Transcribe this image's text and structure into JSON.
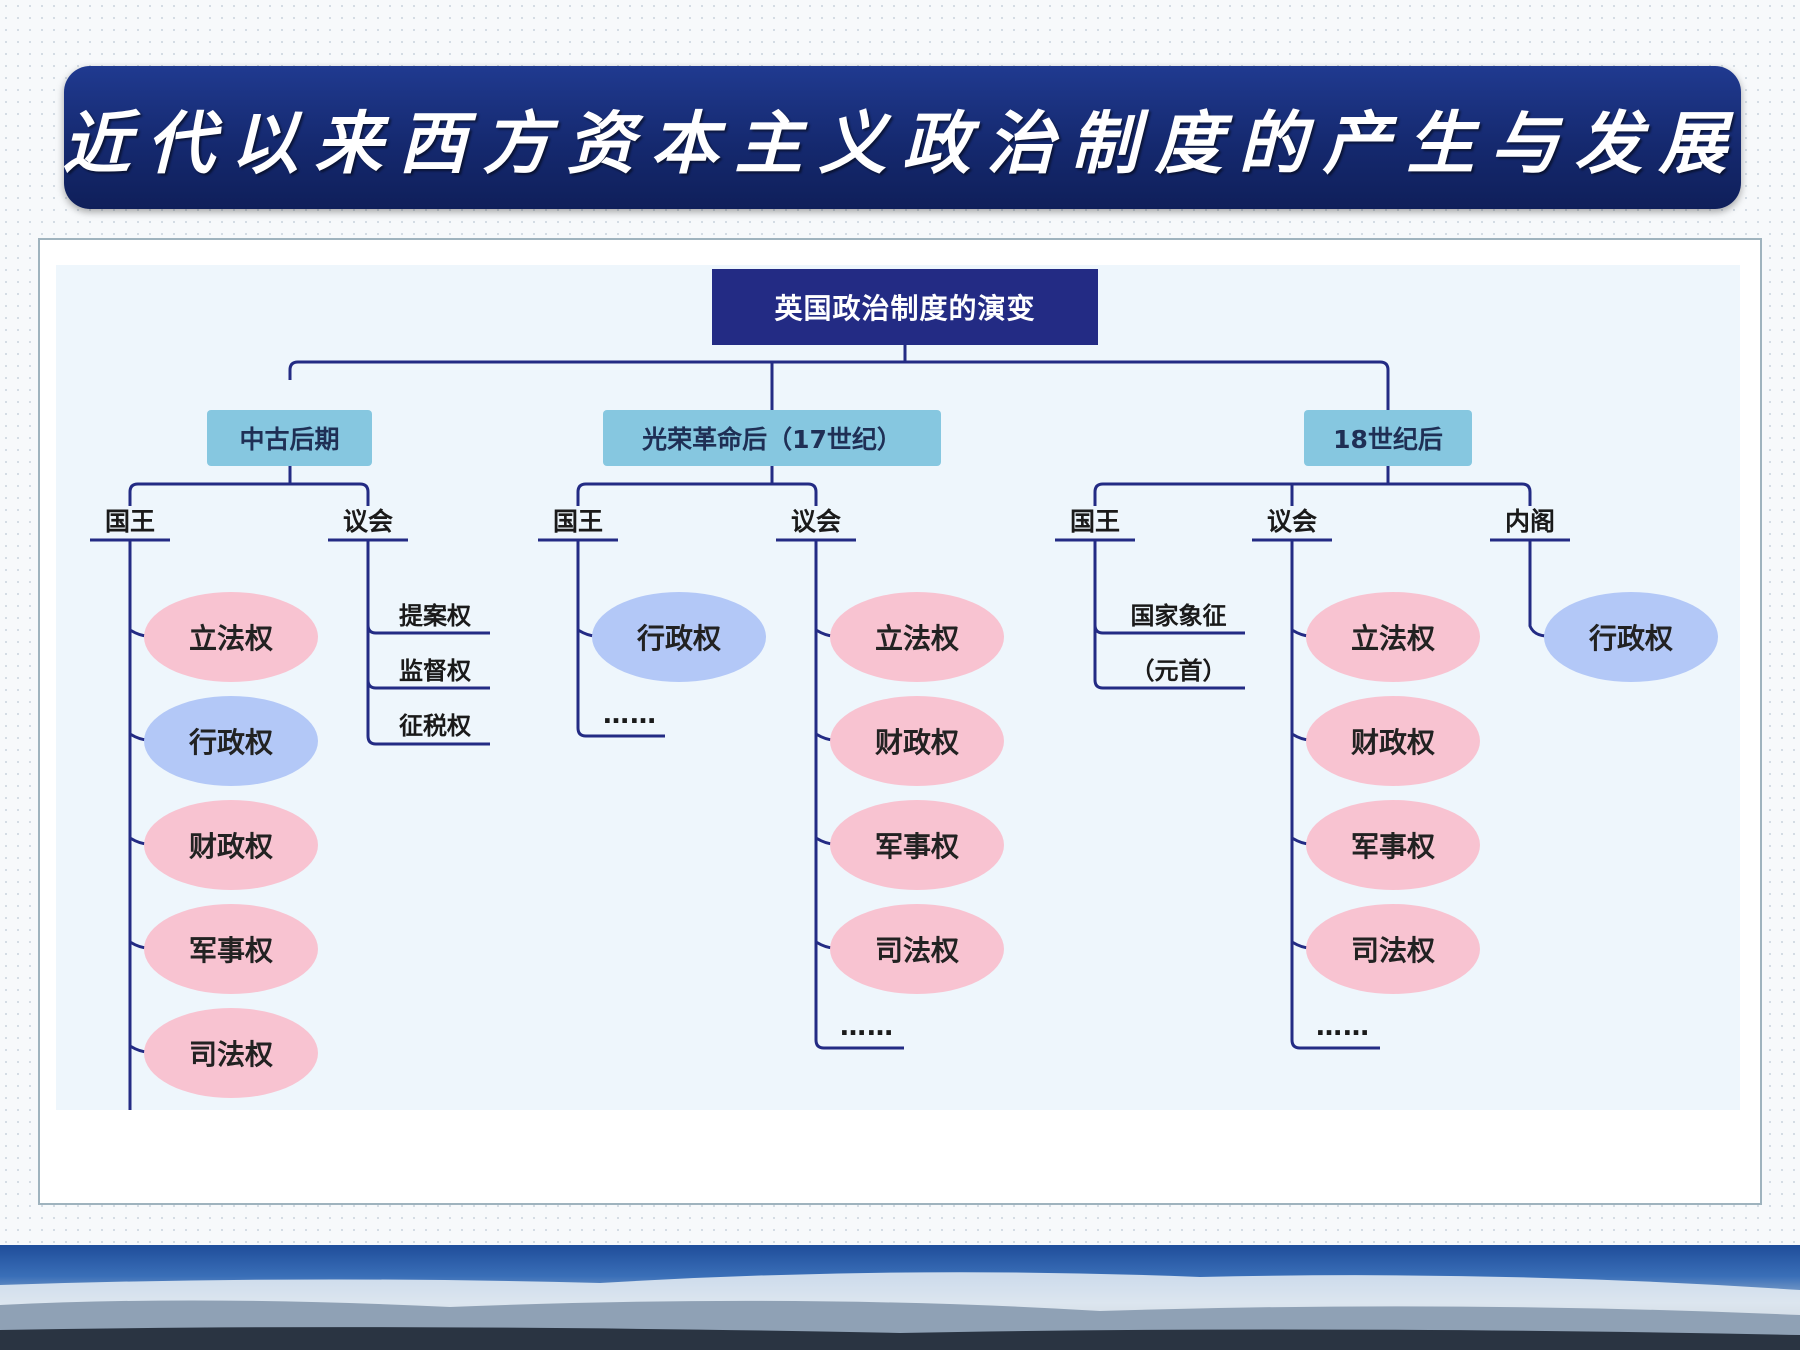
{
  "banner": {
    "title": "近代以来西方资本主义政治制度的产生与发展"
  },
  "diagram": {
    "root": "英国政治制度的演变",
    "periods": [
      {
        "label": "中古后期",
        "king": {
          "label": "国王",
          "powers": [
            "立法权",
            "行政权",
            "财政权",
            "军事权",
            "司法权"
          ]
        },
        "parliament": {
          "label": "议会",
          "items": [
            "提案权",
            "监督权",
            "征税权"
          ]
        }
      },
      {
        "label": "光荣革命后（17世纪）",
        "king": {
          "label": "国王",
          "powers": [
            "行政权"
          ],
          "more": "……"
        },
        "parliament": {
          "label": "议会",
          "powers": [
            "立法权",
            "财政权",
            "军事权",
            "司法权"
          ],
          "more": "……"
        }
      },
      {
        "label": "18世纪后",
        "king": {
          "label": "国王",
          "items": [
            "国家象征",
            "（元首）"
          ]
        },
        "parliament": {
          "label": "议会",
          "powers": [
            "立法权",
            "财政权",
            "军事权",
            "司法权"
          ],
          "more": "……"
        },
        "cabinet": {
          "label": "内阁",
          "powers": [
            "行政权"
          ]
        }
      }
    ]
  },
  "colors": {
    "legislative_etc": "#f8c3d1",
    "executive": "#b3c8f7",
    "root": "#232b84",
    "period": "#86c7e0",
    "line": "#232b84"
  }
}
